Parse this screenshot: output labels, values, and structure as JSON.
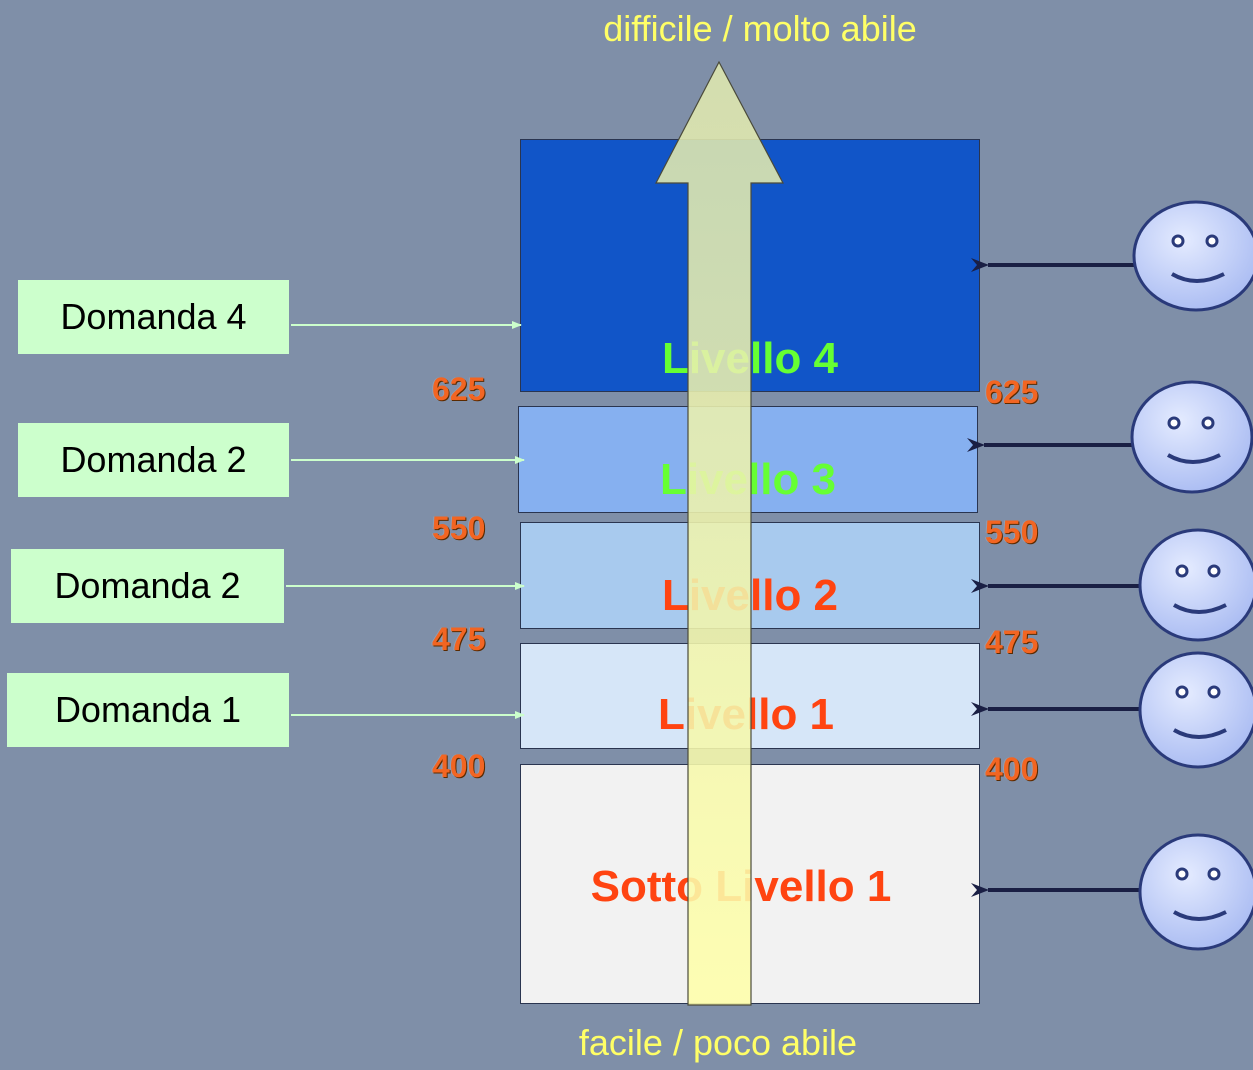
{
  "axis": {
    "top": "difficile / molto abile",
    "bottom": "facile / poco abile"
  },
  "levels": [
    {
      "label": "Livello 4",
      "color": "#1155c8",
      "label_color": "#66ff33"
    },
    {
      "label": "Livello 3",
      "color": "#86b0f0",
      "label_color": "#66ff33"
    },
    {
      "label": "Livello 2",
      "color": "#a8caee",
      "label_color": "#ff4411"
    },
    {
      "label": "Livello 1",
      "color": "#d6e6f8",
      "label_color": "#ff4411"
    },
    {
      "label": "Sotto Livello 1",
      "color": "#f2f2f2",
      "label_color": "#ff4411"
    }
  ],
  "thresholds": [
    "625",
    "550",
    "475",
    "400"
  ],
  "questions": [
    "Domanda 4",
    "Domanda 2",
    "Domanda 2",
    "Domanda 1"
  ]
}
